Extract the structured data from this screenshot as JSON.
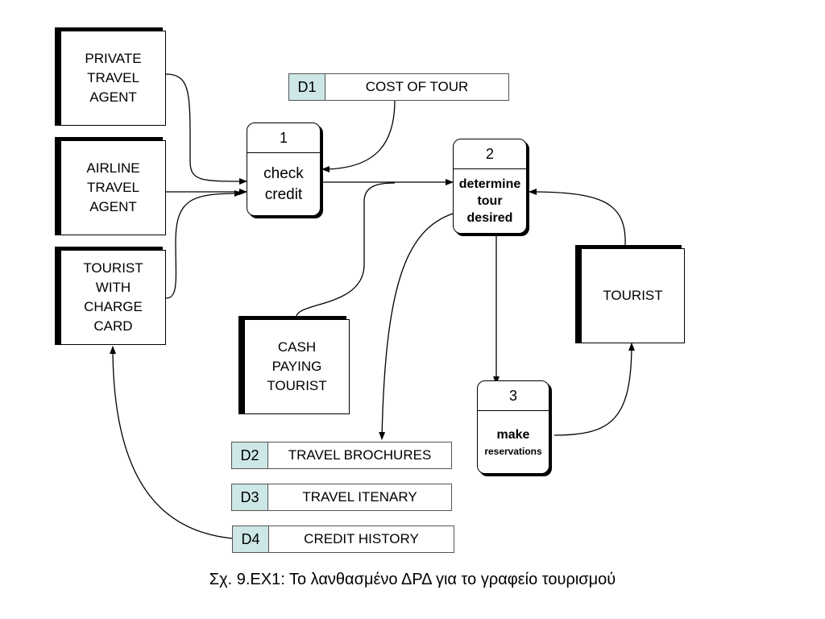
{
  "external_entities": {
    "private_travel_agent": "PRIVATE\nTRAVEL\nAGENT",
    "airline_travel_agent": "AIRLINE\nTRAVEL\nAGENT",
    "tourist_with_charge_card": "TOURIST\nWITH\nCHARGE\nCARD",
    "cash_paying_tourist": "CASH\nPAYING\nTOURIST",
    "tourist": "TOURIST"
  },
  "processes": {
    "p1": {
      "id": "1",
      "name": "check\ncredit"
    },
    "p2": {
      "id": "2",
      "name": "determine\ntour\ndesired"
    },
    "p3": {
      "id": "3",
      "name": "make",
      "name2": "reservations"
    }
  },
  "data_stores": {
    "d1": {
      "id": "D1",
      "name": "COST OF TOUR"
    },
    "d2": {
      "id": "D2",
      "name": "TRAVEL BROCHURES"
    },
    "d3": {
      "id": "D3",
      "name": "TRAVEL ITENARY"
    },
    "d4": {
      "id": "D4",
      "name": "CREDIT HISTORY"
    }
  },
  "caption": "Σχ. 9.ΕΧ1: Το λανθασμένο ΔΡΔ για το γραφείο τουρισμού"
}
